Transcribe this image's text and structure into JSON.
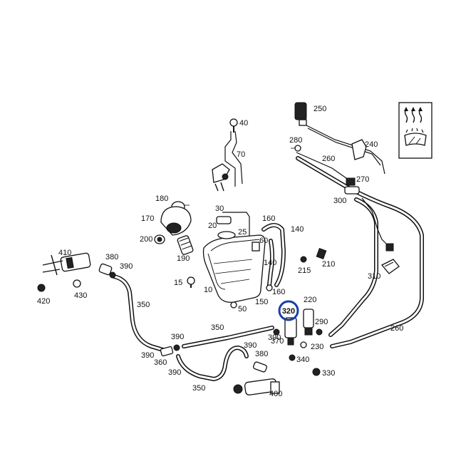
{
  "diagram": {
    "highlight": {
      "label": "320",
      "color": "#1a3fa6"
    },
    "symbol_icon": "windshield-washer-defrost-symbol",
    "part_labels": [
      {
        "id": "250",
        "text": "250"
      },
      {
        "id": "280",
        "text": "280"
      },
      {
        "id": "240",
        "text": "240"
      },
      {
        "id": "260a",
        "text": "260"
      },
      {
        "id": "270",
        "text": "270"
      },
      {
        "id": "300",
        "text": "300"
      },
      {
        "id": "310",
        "text": "310"
      },
      {
        "id": "260b",
        "text": "260"
      },
      {
        "id": "40",
        "text": "40"
      },
      {
        "id": "70",
        "text": "70"
      },
      {
        "id": "180",
        "text": "180"
      },
      {
        "id": "170",
        "text": "170"
      },
      {
        "id": "200",
        "text": "200"
      },
      {
        "id": "190",
        "text": "190"
      },
      {
        "id": "30",
        "text": "30"
      },
      {
        "id": "20",
        "text": "20"
      },
      {
        "id": "25",
        "text": "25"
      },
      {
        "id": "160a",
        "text": "160"
      },
      {
        "id": "140a",
        "text": "140"
      },
      {
        "id": "60",
        "text": "60"
      },
      {
        "id": "140b",
        "text": "140"
      },
      {
        "id": "215",
        "text": "215"
      },
      {
        "id": "210",
        "text": "210"
      },
      {
        "id": "15",
        "text": "15"
      },
      {
        "id": "10",
        "text": "10"
      },
      {
        "id": "150",
        "text": "150"
      },
      {
        "id": "160b",
        "text": "160"
      },
      {
        "id": "50",
        "text": "50"
      },
      {
        "id": "410",
        "text": "410"
      },
      {
        "id": "380a",
        "text": "380"
      },
      {
        "id": "390a",
        "text": "390"
      },
      {
        "id": "420",
        "text": "420"
      },
      {
        "id": "430",
        "text": "430"
      },
      {
        "id": "350a",
        "text": "350"
      },
      {
        "id": "350b",
        "text": "350"
      },
      {
        "id": "390b",
        "text": "390"
      },
      {
        "id": "390c",
        "text": "390"
      },
      {
        "id": "390d",
        "text": "390"
      },
      {
        "id": "390e",
        "text": "390"
      },
      {
        "id": "390f",
        "text": "390"
      },
      {
        "id": "360",
        "text": "360"
      },
      {
        "id": "380b",
        "text": "380"
      },
      {
        "id": "350c",
        "text": "350"
      },
      {
        "id": "400",
        "text": "400"
      },
      {
        "id": "370",
        "text": "370"
      },
      {
        "id": "220",
        "text": "220"
      },
      {
        "id": "290",
        "text": "290"
      },
      {
        "id": "230",
        "text": "230"
      },
      {
        "id": "340",
        "text": "340"
      },
      {
        "id": "330",
        "text": "330"
      }
    ]
  }
}
